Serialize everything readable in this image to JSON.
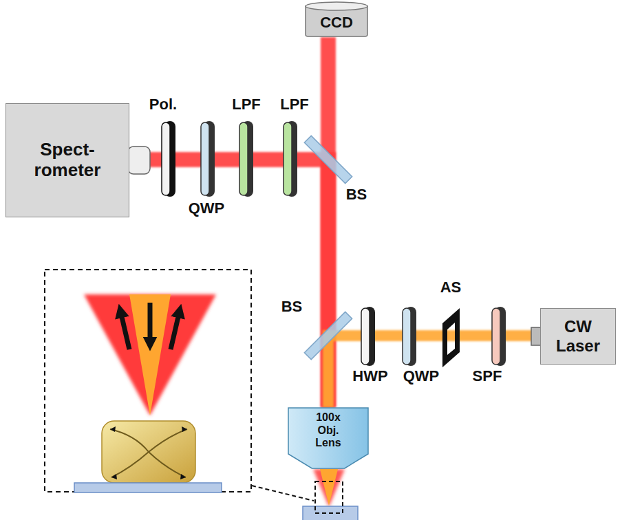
{
  "diagram": {
    "nodes": [
      {
        "text": [
          "CCD"
        ]
      },
      {
        "text": [
          "Spect- rometer"
        ]
      },
      {
        "text": [
          "CW Laser"
        ]
      },
      {
        "text": [
          "100x Obj. Lens"
        ]
      }
    ],
    "edges": [
      {
        "from": 3,
        "to": 0,
        "arrow": "none"
      },
      {
        "from": 3,
        "to": 1,
        "arrow": "none"
      },
      {
        "from": 2,
        "to": 3,
        "arrow": "none"
      }
    ],
    "labels": [
      "Pol.",
      "LPF",
      "LPF",
      "QWP",
      "BS",
      "AS",
      "BS",
      "HWP",
      "QWP",
      "SPF"
    ]
  }
}
